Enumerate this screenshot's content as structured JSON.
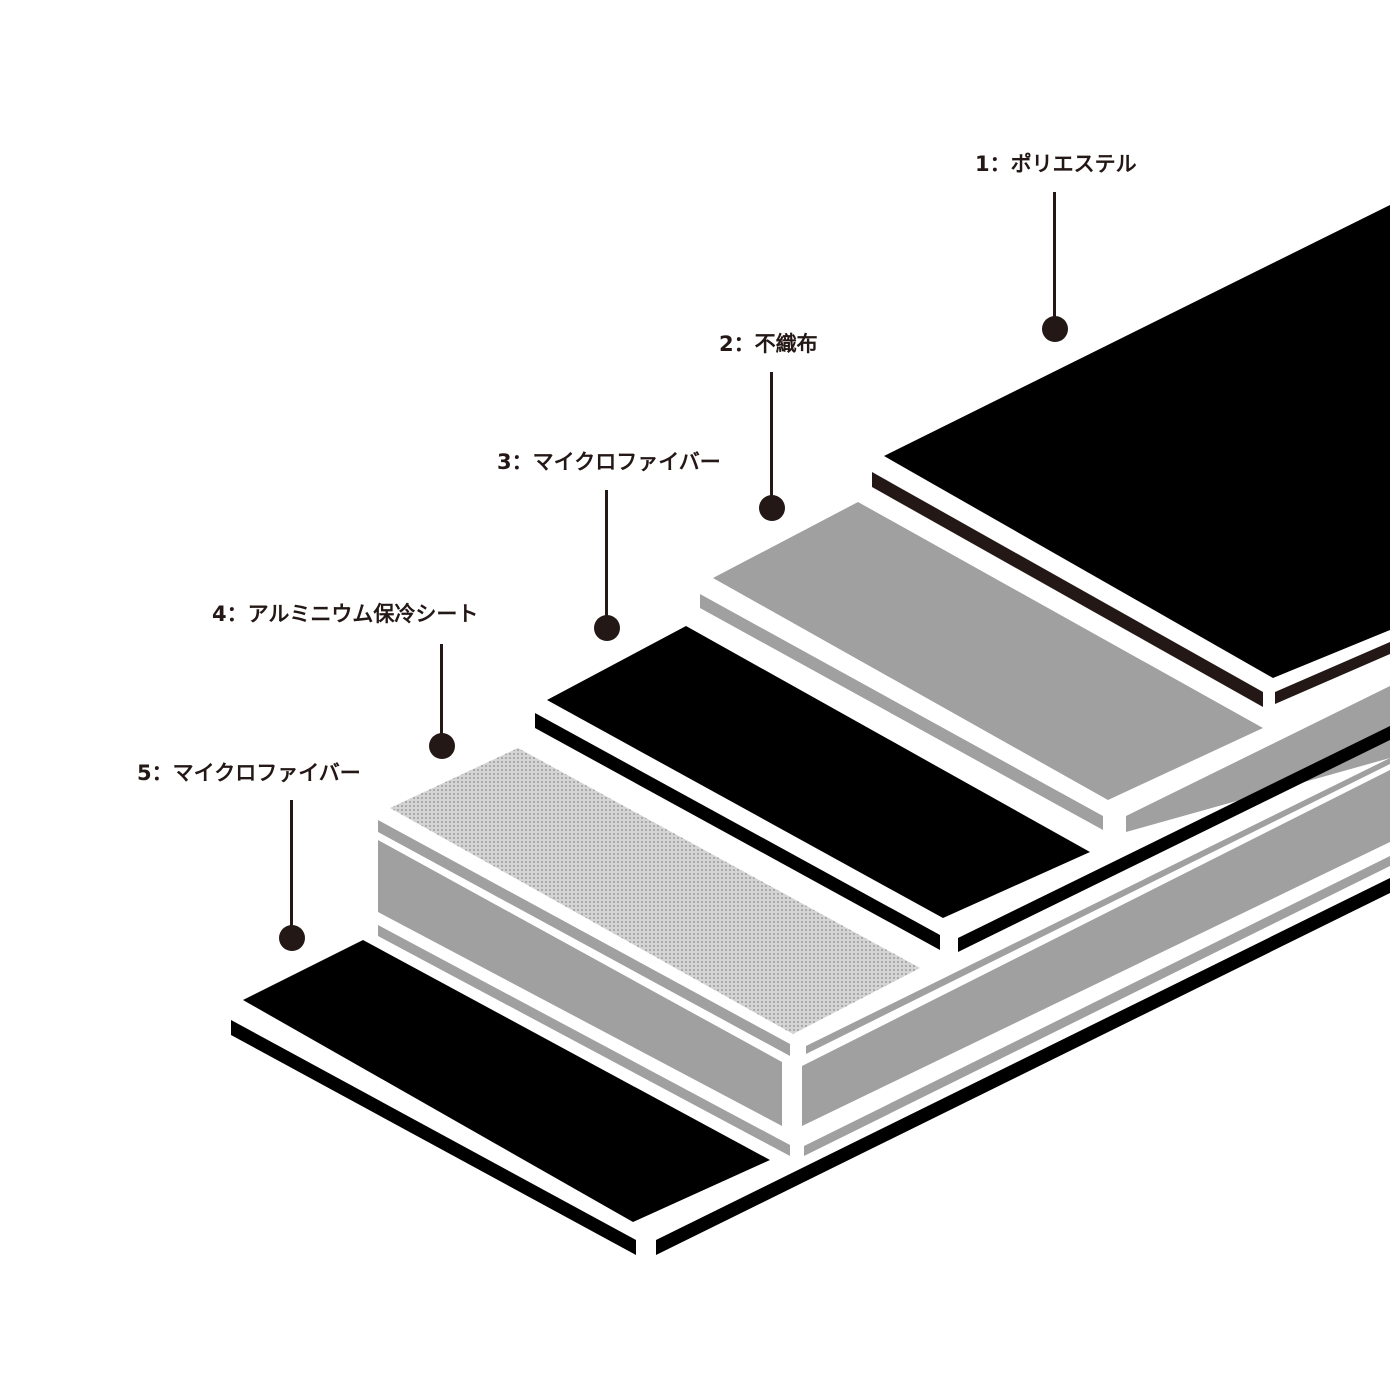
{
  "diagram": {
    "colors": {
      "black": "#000000",
      "gray": "#a0a0a1",
      "dark_brown": "#231815",
      "white": "#ffffff"
    },
    "layers": [
      {
        "id": 1,
        "label": "1：ポリエステル"
      },
      {
        "id": 2,
        "label": "2：不織布"
      },
      {
        "id": 3,
        "label": "3：マイクロファイバー"
      },
      {
        "id": 4,
        "label": "4：アルミニウム保冷シート"
      },
      {
        "id": 5,
        "label": "5：マイクロファイバー"
      }
    ]
  }
}
